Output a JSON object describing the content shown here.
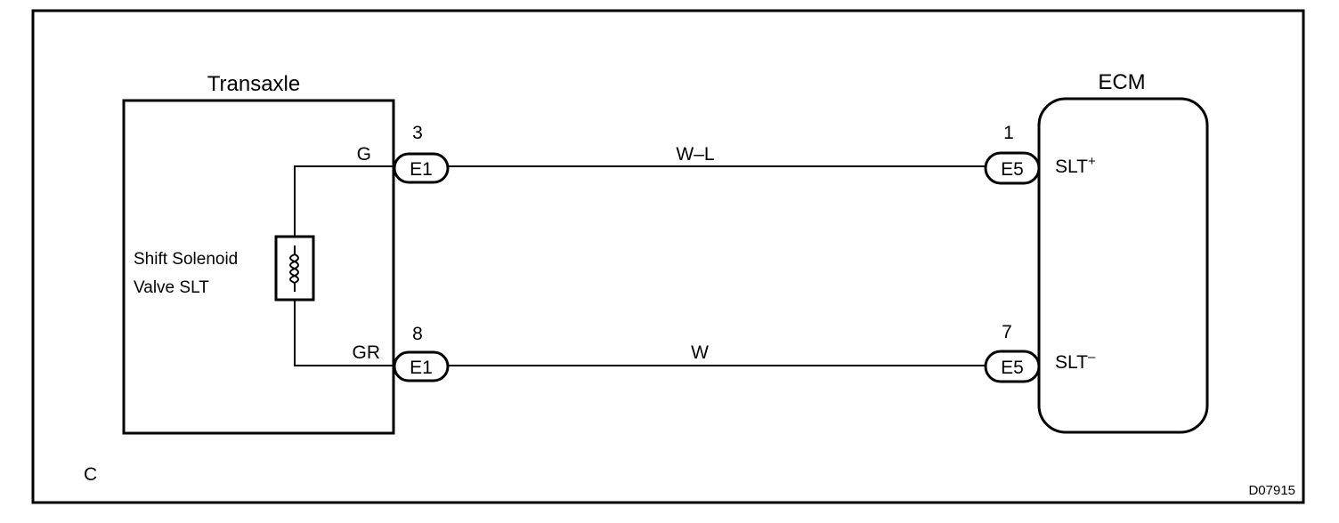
{
  "transaxle": {
    "title": "Transaxle",
    "component_line1": "Shift Solenoid",
    "component_line2": "Valve SLT",
    "wire_top_label": "G",
    "wire_bottom_label": "GR"
  },
  "ecm": {
    "title": "ECM",
    "pin_top": "SLT",
    "pin_top_sup": "+",
    "pin_bottom": "SLT",
    "pin_bottom_sup": "–"
  },
  "wires": [
    {
      "color": "W–L",
      "left_pin": "3",
      "left_connector": "E1",
      "right_pin": "1",
      "right_connector": "E5"
    },
    {
      "color": "W",
      "left_pin": "8",
      "left_connector": "E1",
      "right_pin": "7",
      "right_connector": "E5"
    }
  ],
  "footer": {
    "letter": "C",
    "code": "D07915"
  }
}
